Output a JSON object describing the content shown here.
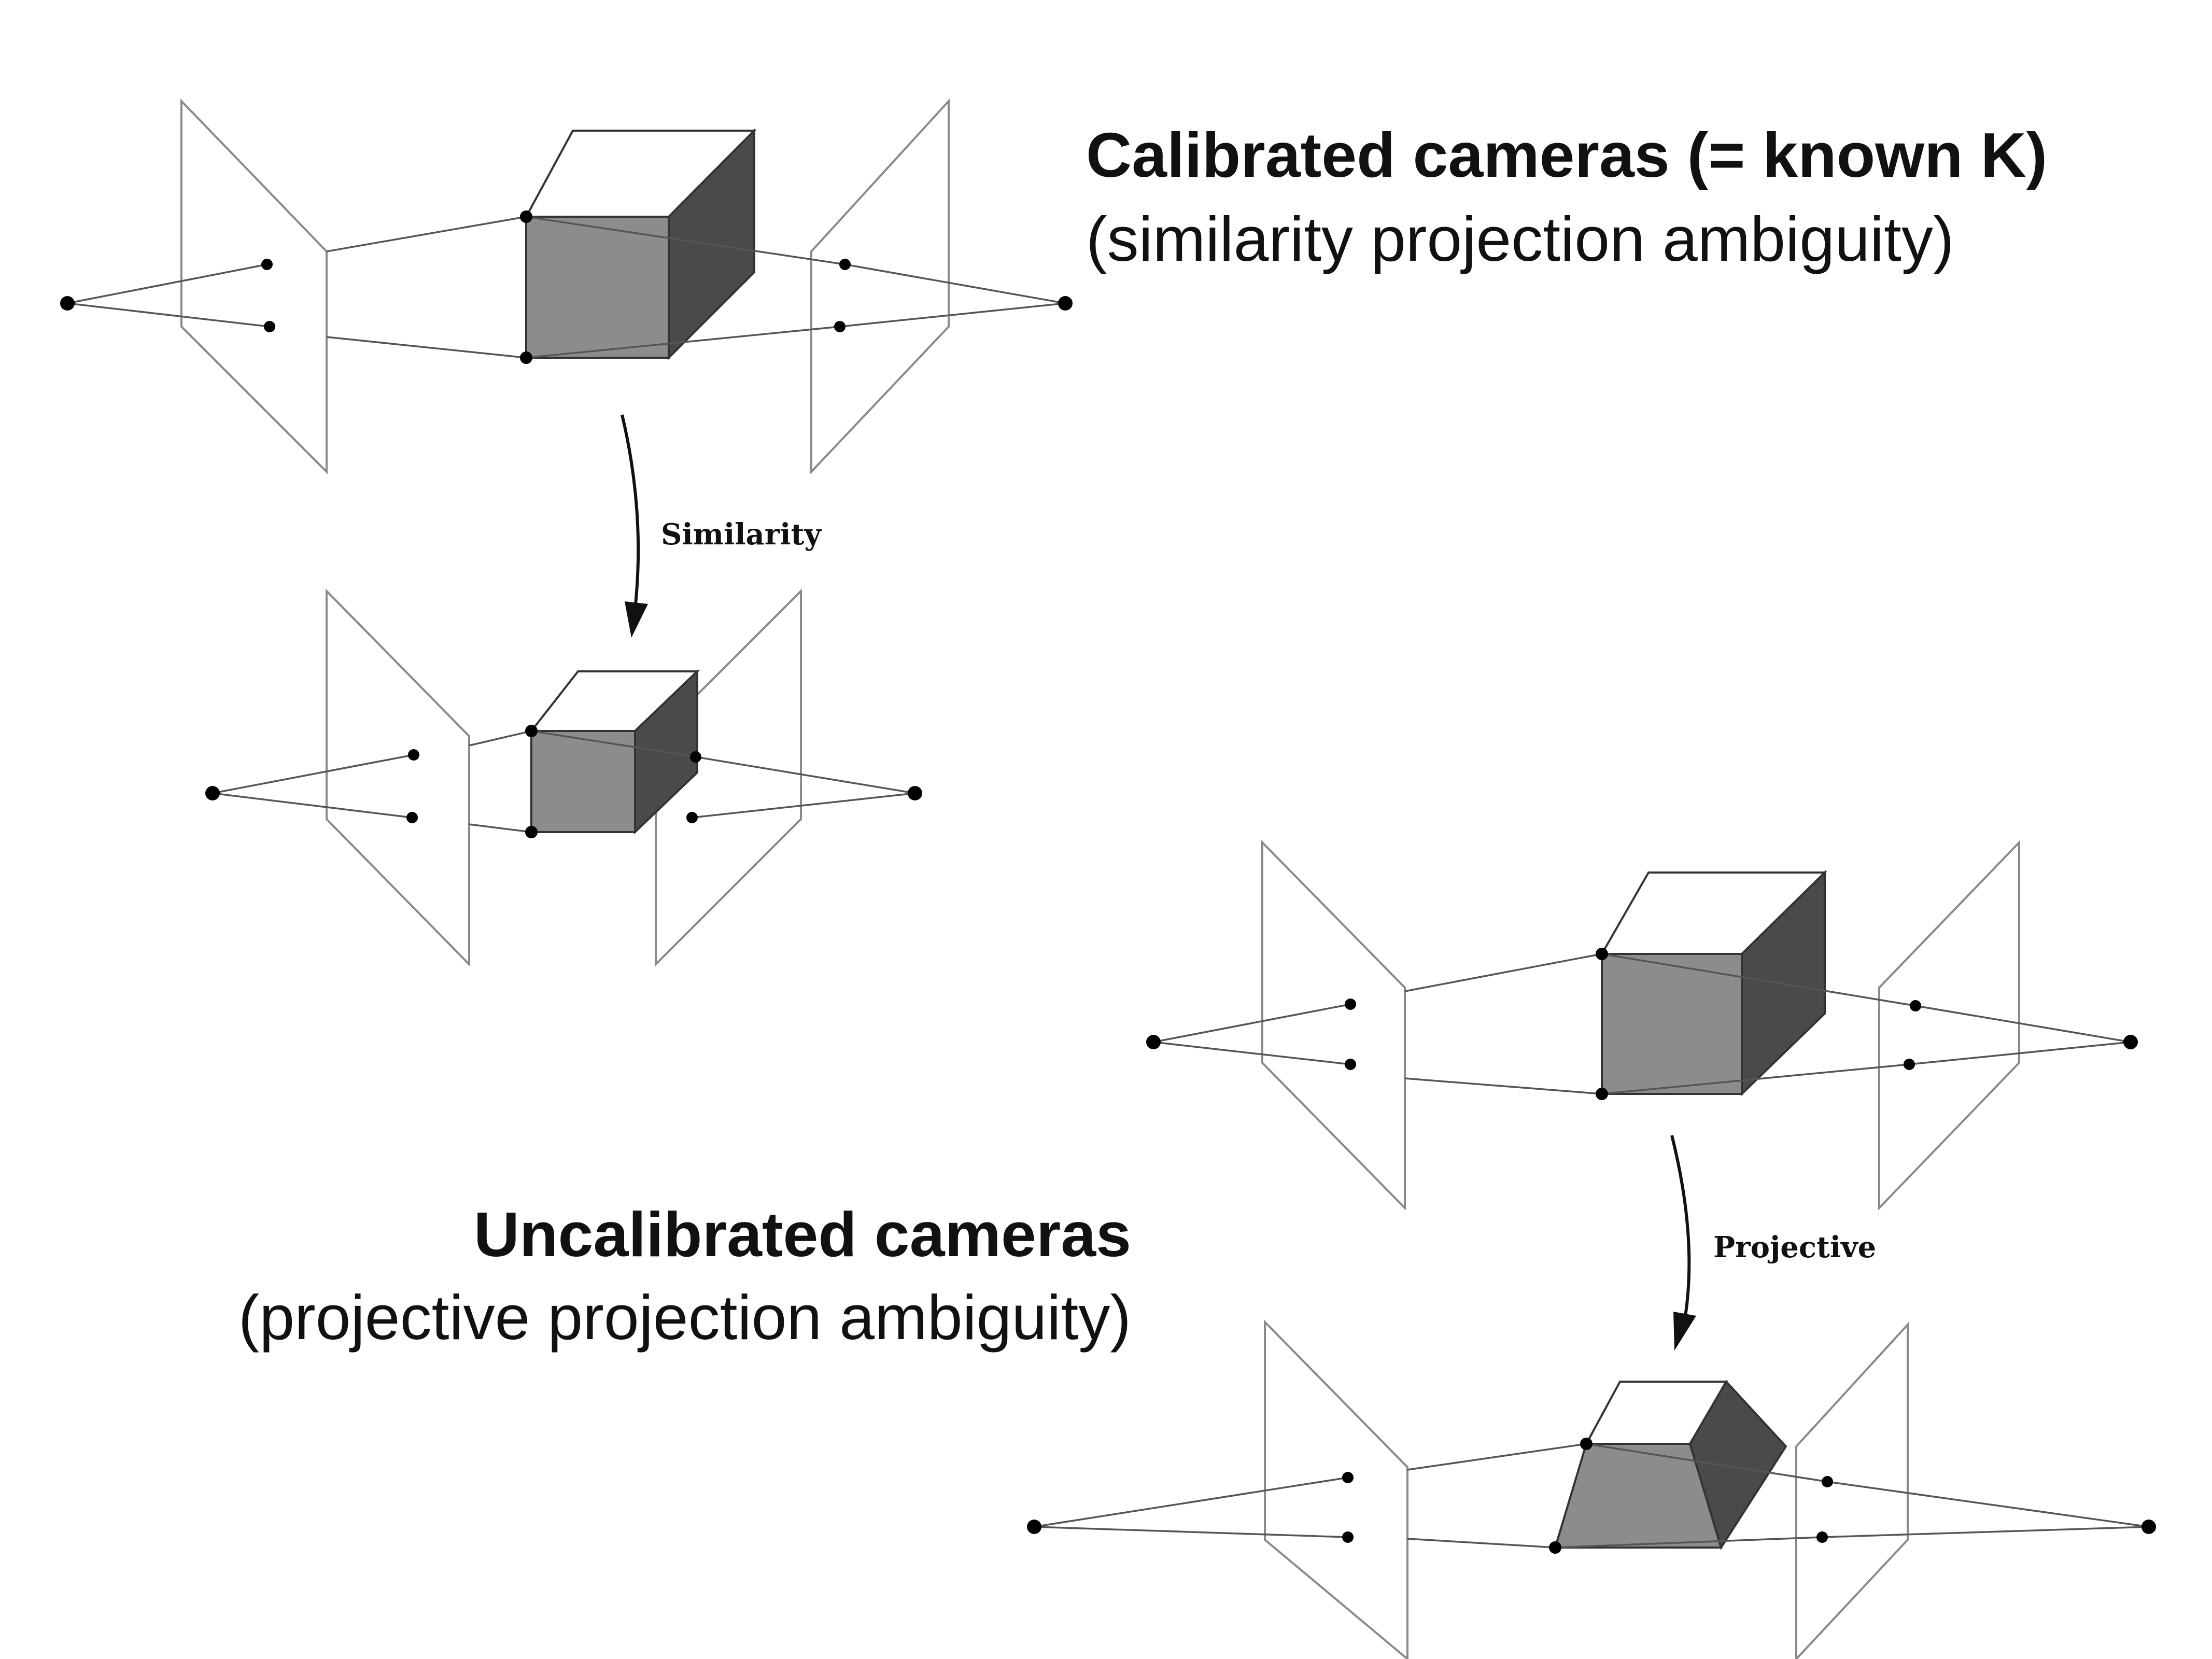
{
  "calibrated": {
    "title": "Calibrated cameras (= known K)",
    "subtitle": "(similarity projection ambiguity)",
    "transform_label": "Similarity"
  },
  "uncalibrated": {
    "title": "Uncalibrated cameras",
    "subtitle": "(projective projection ambiguity)",
    "transform_label": "Projective"
  },
  "colors": {
    "cube_front": "#8c8c8c",
    "cube_side": "#4a4a4a",
    "cube_top": "#ffffff",
    "plane_stroke": "#8a8a8a",
    "ray_stroke": "#555555",
    "point": "#000000",
    "text": "#111111"
  },
  "icons": [
    "camera-center-point",
    "image-plane",
    "cube",
    "curved-arrow"
  ]
}
